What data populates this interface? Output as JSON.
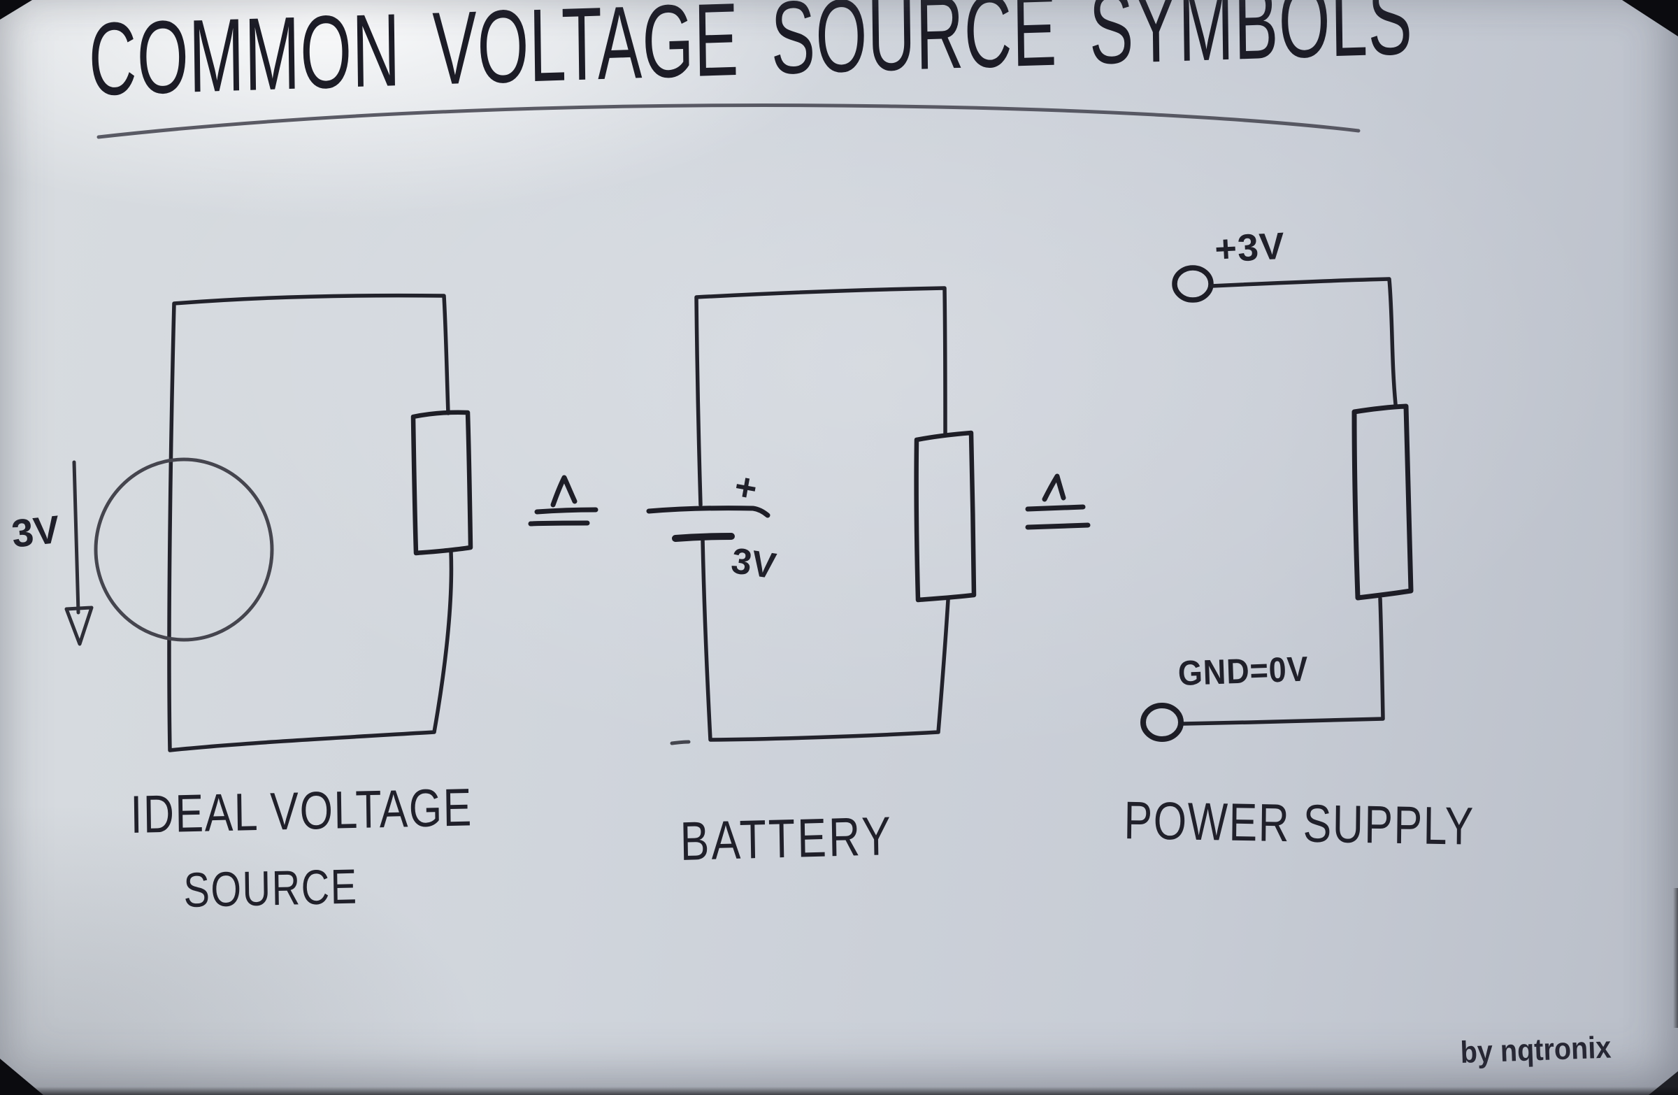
{
  "title": "COMMON VOLTAGE SOURCE SYMBOLS",
  "equivalence_symbol": "≙",
  "circuits": [
    {
      "name": "ideal-voltage-source",
      "label_line1": "IDEAL VOLTAGE",
      "label_line2": "SOURCE",
      "voltage_label": "3V",
      "components": [
        "voltage-source-circle",
        "voltage-direction-arrow",
        "resistor"
      ]
    },
    {
      "name": "battery",
      "label": "BATTERY",
      "polarity_label": "+",
      "voltage_label": "3V",
      "components": [
        "battery-cell",
        "resistor"
      ]
    },
    {
      "name": "power-supply",
      "label": "POWER SUPPLY",
      "positive_terminal_label": "+3V",
      "ground_terminal_label": "GND=0V",
      "components": [
        "terminal-positive",
        "resistor",
        "terminal-ground"
      ]
    }
  ],
  "signature": "by nqtronix",
  "colors": {
    "board": "#ccd1d9",
    "marker": "#20202a",
    "marker_soft": "#45454e"
  }
}
